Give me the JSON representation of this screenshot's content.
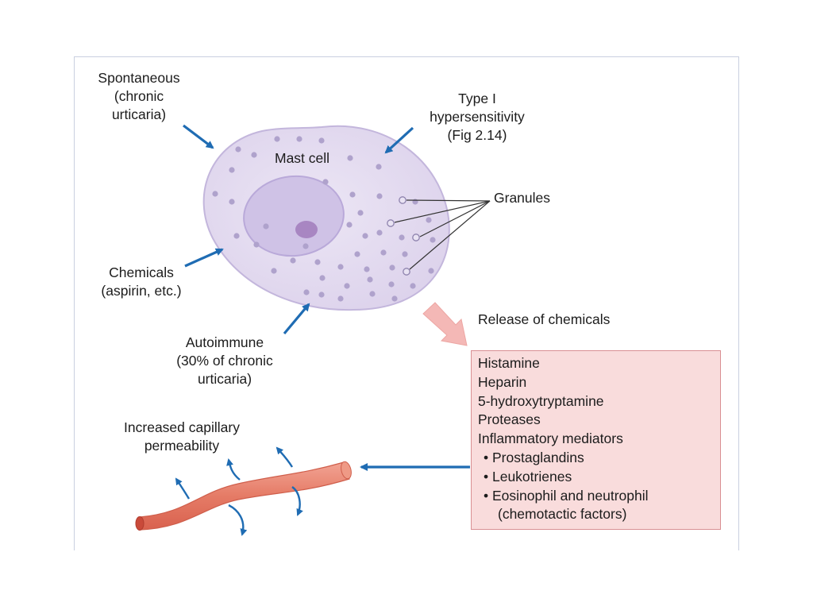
{
  "labels": {
    "spontaneous": "Spontaneous\n(chronic\nurticaria)",
    "type1": "Type I\nhypersensitivity\n(Fig 2.14)",
    "mast_cell": "Mast cell",
    "granules": "Granules",
    "chemicals": "Chemicals\n(aspirin, etc.)",
    "autoimmune": "Autoimmune\n(30% of chronic\nurticaria)",
    "release": "Release of chemicals",
    "capillary": "Increased capillary\npermeability"
  },
  "mediators": {
    "items": [
      "Histamine",
      "Heparin",
      "5-hydroxytryptamine",
      "Proteases",
      "Inflammatory mediators"
    ],
    "sub_items": [
      "• Prostaglandins",
      "• Leukotrienes",
      "• Eosinophil and neutrophil"
    ],
    "sub_item_continuation": "(chemotactic factors)"
  },
  "colors": {
    "cell_fill": "#e3dcef",
    "cell_edge": "#c3b6dc",
    "nucleus": "#cbbde4",
    "nucleolus": "#a683bd",
    "granule": "#aea1ca",
    "arrow_blue": "#1f6cb3",
    "release_arrow": "#f2b3b3",
    "vessel": "#ea8570",
    "box_fill": "#f9dcdc",
    "box_border": "#d98f93"
  }
}
